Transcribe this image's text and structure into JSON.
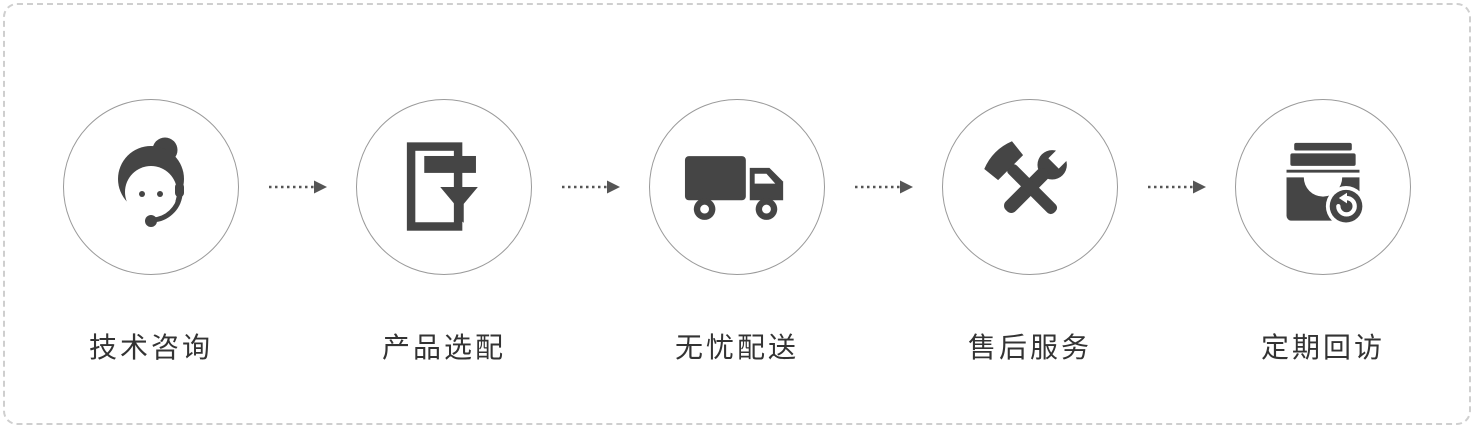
{
  "flow": {
    "steps": [
      {
        "label": "技术咨询",
        "icon": "customer-service-icon"
      },
      {
        "label": "产品选配",
        "icon": "product-selection-icon"
      },
      {
        "label": "无忧配送",
        "icon": "delivery-truck-icon"
      },
      {
        "label": "售后服务",
        "icon": "after-sales-tools-icon"
      },
      {
        "label": "定期回访",
        "icon": "follow-up-inbox-icon"
      }
    ],
    "colors": {
      "icon": "#454545",
      "circle_border": "#9a9a9a",
      "arrow": "#555555",
      "panel_border": "#cfcfcf",
      "label_text": "#333333"
    }
  }
}
